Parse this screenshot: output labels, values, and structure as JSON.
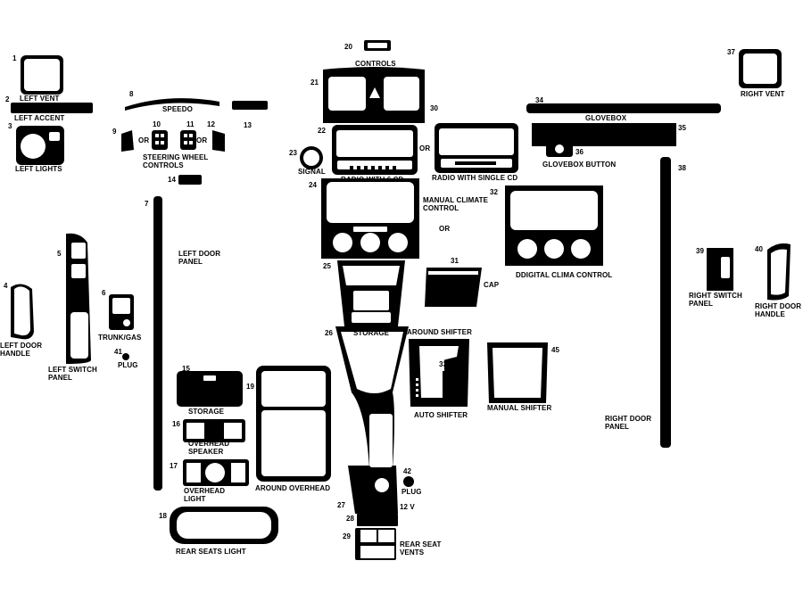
{
  "colors": {
    "part_fill": "#000000",
    "background": "#ffffff",
    "cutout": "#ffffff"
  },
  "labels": {
    "n1": "1",
    "left_vent": "LEFT VENT",
    "n2": "2",
    "left_accent": "LEFT ACCENT",
    "n3": "3",
    "left_lights": "LEFT LIGHTS",
    "n4": "4",
    "left_door_handle": "LEFT DOOR\nHANDLE",
    "n5": "5",
    "left_switch_panel": "LEFT SWITCH\nPANEL",
    "n6": "6",
    "trunk_gas": "TRUNK/GAS",
    "n7": "7",
    "left_door_panel": "LEFT DOOR\nPANEL",
    "n8": "8",
    "speedo": "SPEEDO",
    "n9": "9",
    "n10": "10",
    "n11": "11",
    "n12": "12",
    "n13": "13",
    "or1": "OR",
    "or2": "OR",
    "steering_wheel_controls": "STEERING WHEEL\nCONTROLS",
    "n14": "14",
    "n15": "15",
    "storage": "STORAGE",
    "n16": "16",
    "overhead_speaker": "OVERHEAD\nSPEAKER",
    "n17": "17",
    "overhead_light": "OVERHEAD\nLIGHT",
    "n18": "18",
    "rear_seats_light": "REAR SEATS LIGHT",
    "n19": "19",
    "around_overhead": "AROUND OVERHEAD",
    "n20": "20",
    "controls": "CONTROLS",
    "n21": "21",
    "n22": "22",
    "radio_6cd": "RADIO WITH 6 CD",
    "n23": "23",
    "signal": "SIGNAL",
    "n24": "24",
    "manual_climate": "MANUAL CLIMATE\nCONTROL",
    "or3": "OR",
    "n25": "25",
    "n26": "26",
    "storage2": "STORAGE",
    "n27": "27",
    "n28": "28",
    "n29": "29",
    "rear_seat_vents": "REAR SEAT\nVENTS",
    "n30": "30",
    "or4": "OR",
    "radio_single_cd": "RADIO WITH SINGLE CD",
    "n31": "31",
    "cap": "CAP",
    "n32": "32",
    "digital_clima": "DDIGITAL CLIMA CONTROL",
    "around_shifter": "AROUND SHIFTER",
    "n33": "33",
    "auto_shifter": "AUTO SHIFTER",
    "n34": "34",
    "glovebox": "GLOVEBOX",
    "n35": "35",
    "n36": "36",
    "glovebox_button": "GLOVEBOX BUTTON",
    "n37": "37",
    "right_vent": "RIGHT VENT",
    "n38": "38",
    "right_door_panel": "RIGHT DOOR\nPANEL",
    "n39": "39",
    "right_switch_panel": "RIGHT SWITCH\nPANEL",
    "n40": "40",
    "right_door_handle": "RIGHT DOOR\nHANDLE",
    "n41": "41",
    "plug1": "PLUG",
    "n42": "42",
    "plug2": "PLUG",
    "twelve_v": "12 V",
    "n45": "45",
    "manual_shifter": "MANUAL SHIFTER"
  }
}
